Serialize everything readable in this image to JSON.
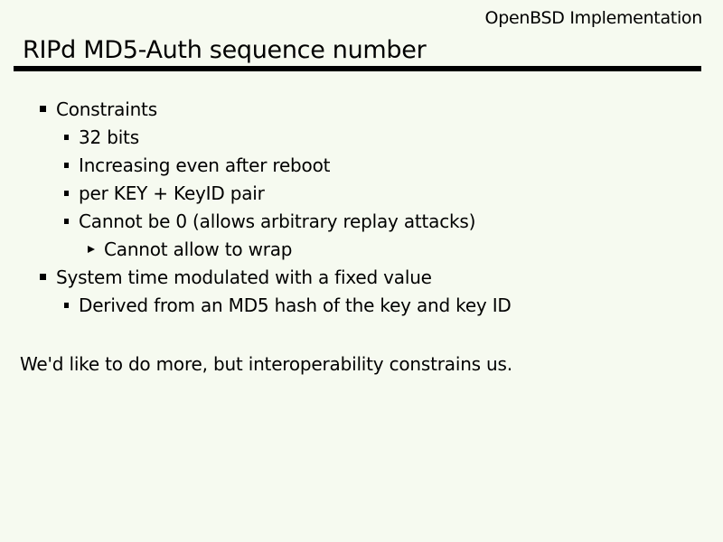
{
  "colors": {
    "background": "#f6faf0",
    "text": "#000000",
    "rule": "#000000"
  },
  "header": {
    "corner_label": "OpenBSD Implementation",
    "title": "RIPd MD5-Auth sequence number"
  },
  "bullets": [
    {
      "level": 1,
      "text": "Constraints"
    },
    {
      "level": 2,
      "text": "32 bits"
    },
    {
      "level": 2,
      "text": "Increasing even after reboot"
    },
    {
      "level": 2,
      "text": "per KEY + KeyID pair"
    },
    {
      "level": 2,
      "text": "Cannot be 0 (allows arbitrary replay attacks)"
    },
    {
      "level": 3,
      "text": "Cannot allow to wrap"
    },
    {
      "level": 1,
      "text": "System time modulated with a fixed value"
    },
    {
      "level": 2,
      "text": "Derived from an MD5 hash of the key and key ID"
    }
  ],
  "footer": {
    "note": "We'd like to do more, but interoperability constrains us."
  }
}
